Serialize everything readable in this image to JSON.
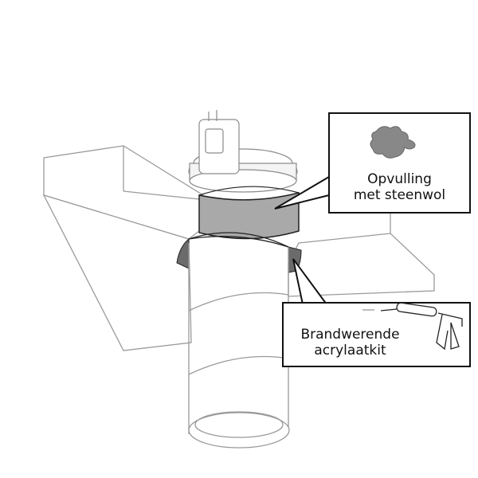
{
  "callouts": {
    "stone_wool": {
      "line1": "Opvulling",
      "line2": "met steenwol"
    },
    "acrylic_sealant": {
      "line1": "Brandwerende",
      "line2": "acrylaatkit"
    }
  },
  "colors": {
    "collar": "#a9a9a9",
    "flange": "#6b6b6b",
    "outline": "#111111",
    "structure": "#9a9a9a"
  }
}
